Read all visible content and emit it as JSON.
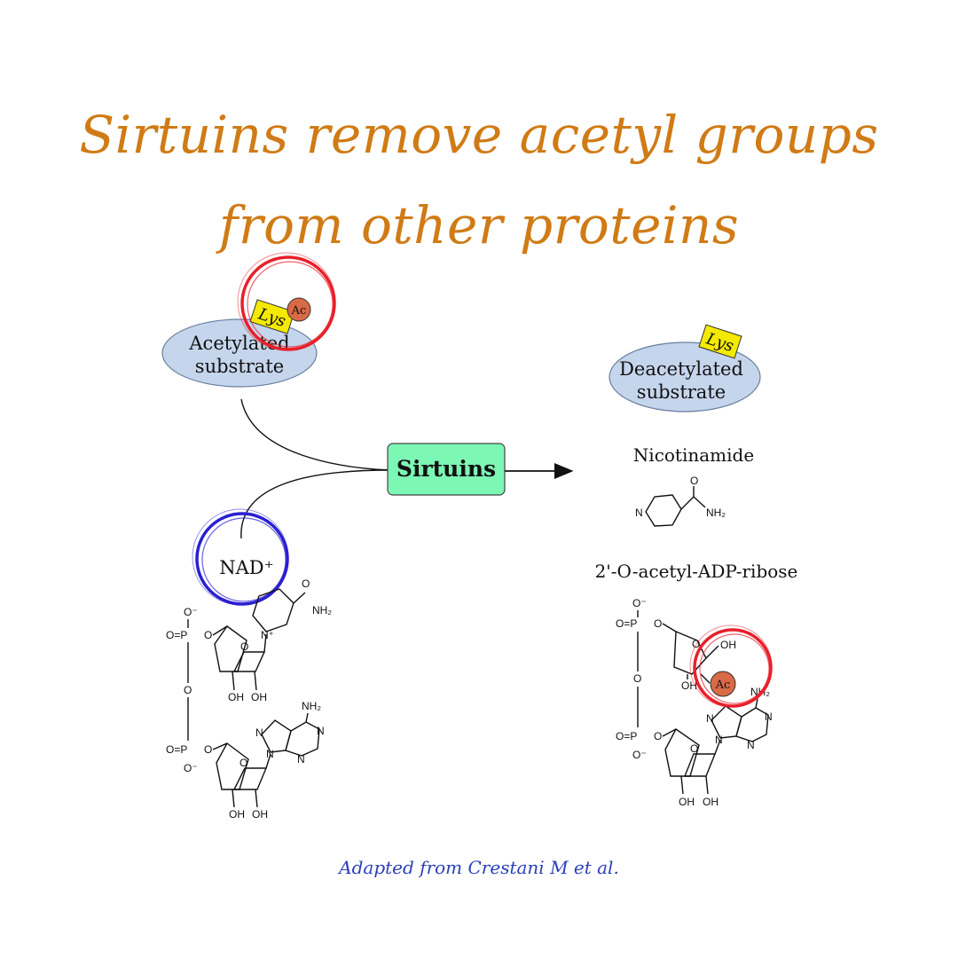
{
  "title": {
    "line1": "Sirtuins remove acetyl groups",
    "line2": "from other proteins"
  },
  "left": {
    "substrate_line1": "Acetylated",
    "substrate_line2": "substrate",
    "lys_tag": "Lys",
    "ac_tag": "Ac",
    "nad_label": "NAD⁺"
  },
  "center": {
    "enzyme_label": "Sirtuins"
  },
  "right": {
    "substrate_line1": "Deacetylated",
    "substrate_line2": "substrate",
    "lys_tag": "Lys",
    "nicotinamide_label": "Nicotinamide",
    "product_label": "2'-O-acetyl-ADP-ribose",
    "ac_tag": "Ac"
  },
  "chem_text": {
    "O": "O",
    "Ominus": "O⁻",
    "O_double_P": "O=P",
    "N": "N",
    "Nplus": "N⁺",
    "NH2": "NH₂",
    "OH": "OH"
  },
  "credit": "Adapted from Crestani M et al.",
  "colors": {
    "title": "#d07b15",
    "substrate_fill": "#c5d5ec",
    "lys_fill": "#f4ea00",
    "ac_fill": "#d96a46",
    "enzyme_fill": "#7cf7b4",
    "red_circle": "#e8202a",
    "blue_circle": "#2a1fd0",
    "credit": "#2a3fb8"
  },
  "icons": [
    "arrow-right-icon",
    "red-highlight-circle",
    "blue-highlight-circle"
  ]
}
